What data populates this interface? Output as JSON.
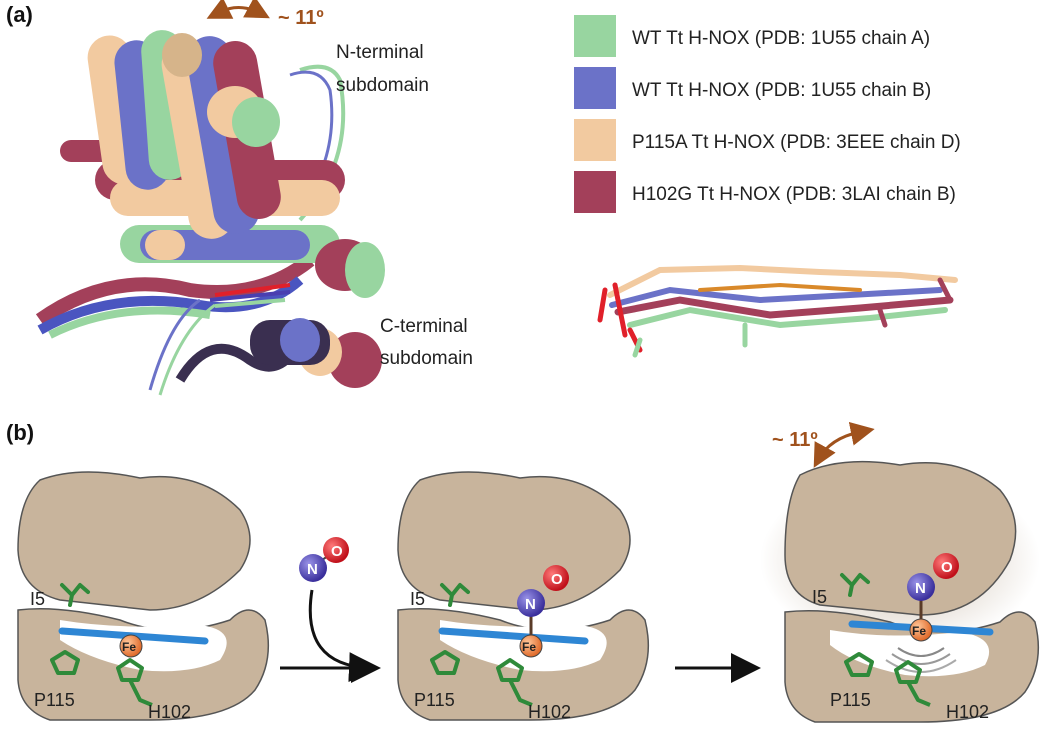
{
  "panel_a": {
    "label": "(a)",
    "rotation_label": "~ 11º",
    "n_terminal": [
      "N-terminal",
      "subdomain"
    ],
    "c_terminal": [
      "C-terminal",
      "subdomain"
    ],
    "legend": [
      {
        "text": "WT Tt H-NOX (PDB: 1U55 chain A)",
        "color": "#98d5a0"
      },
      {
        "text": "WT Tt H-NOX (PDB: 1U55 chain B)",
        "color": "#6b72c8"
      },
      {
        "text": "P115A Tt H-NOX (PDB: 3EEE chain D)",
        "color": "#f2caa0"
      },
      {
        "text": "H102G Tt H-NOX (PDB: 3LAI chain B)",
        "color": "#a3405a"
      }
    ]
  },
  "panel_b": {
    "label": "(b)",
    "rotation_label": "~ 11º",
    "residues": {
      "i5": "I5",
      "p115": "P115",
      "h102": "H102"
    },
    "atoms": {
      "fe": "Fe",
      "n": "N",
      "o": "O"
    }
  },
  "colors": {
    "protein": "#c8b49c",
    "heme": "#2e86d4",
    "iron": "#f08a4b",
    "nitrogen": "#4a3fb0",
    "oxygen": "#e0202a",
    "residue": "#2f8a3a",
    "arrow_accent": "#a0521d"
  }
}
